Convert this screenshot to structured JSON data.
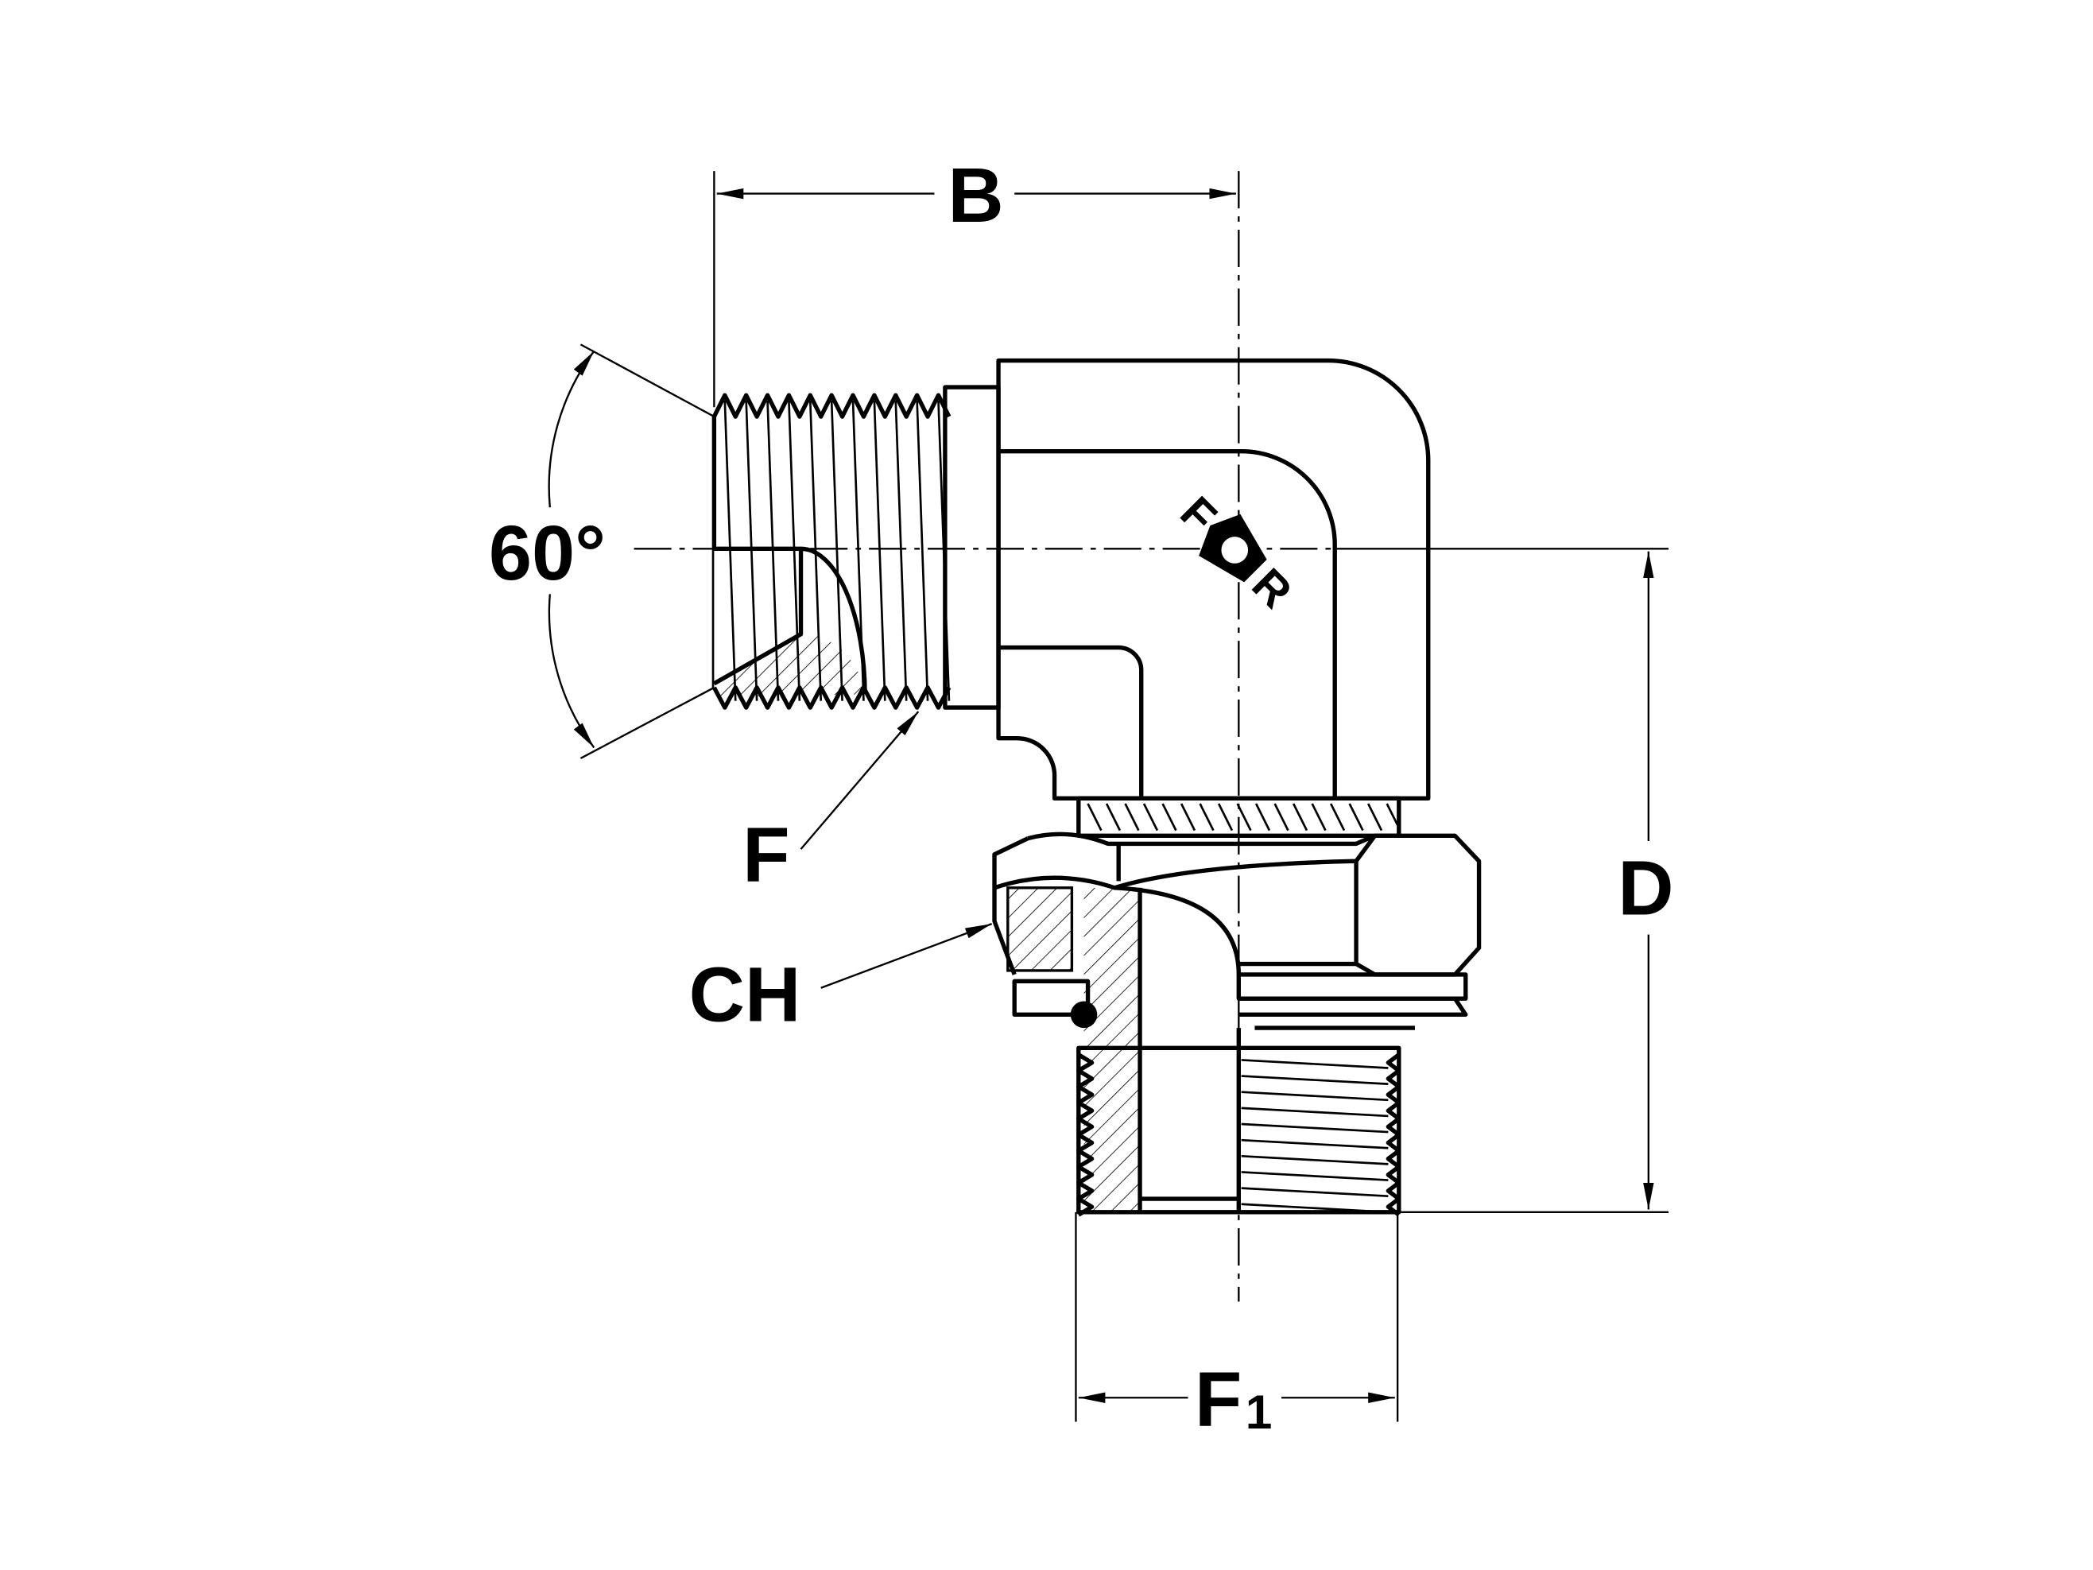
{
  "drawing": {
    "title": "90° elbow adapter, male thread with 60° cone x adjustable stud end",
    "labels": {
      "b": "B",
      "angle": "60°",
      "f": "F",
      "ch": "CH",
      "d": "D",
      "f1_main": "F",
      "f1_sub": "1"
    },
    "logo_text": "FOR"
  }
}
